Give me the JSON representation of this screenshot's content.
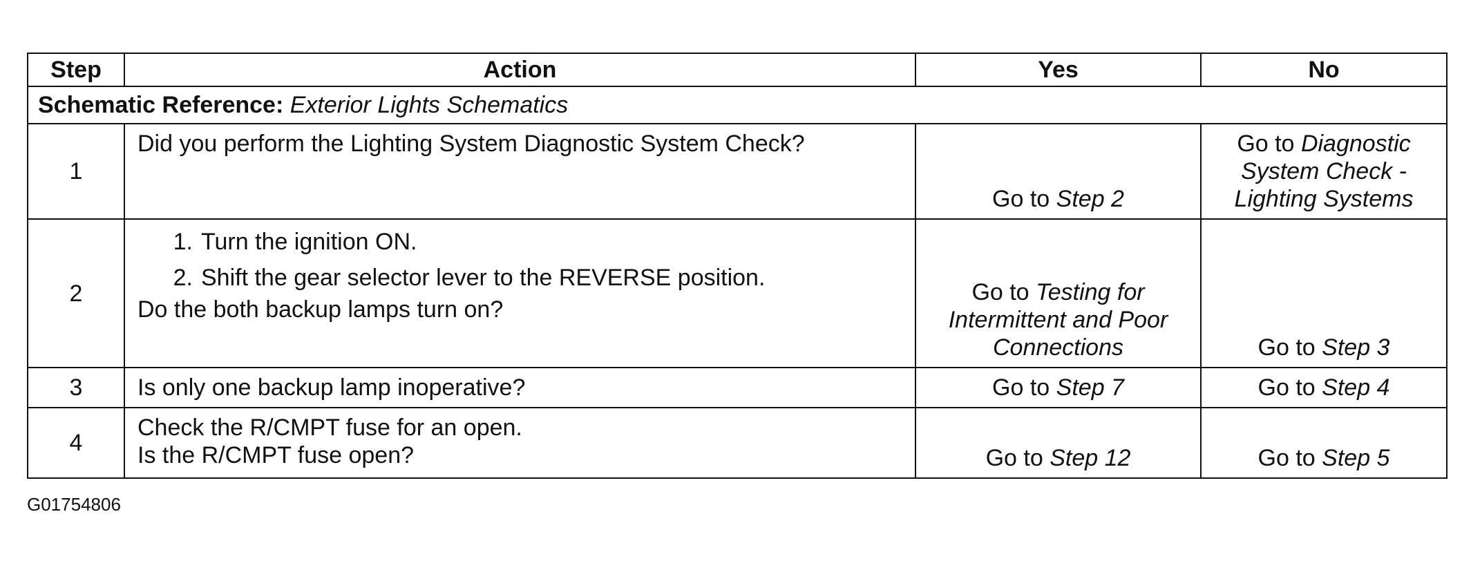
{
  "table": {
    "headers": {
      "step": "Step",
      "action": "Action",
      "yes": "Yes",
      "no": "No"
    },
    "schematic_reference": {
      "label": "Schematic Reference:",
      "value": "Exterior Lights Schematics"
    },
    "rows": [
      {
        "step": "1",
        "action": "Did you perform the Lighting System Diagnostic System Check?",
        "yes_prefix": "Go to",
        "yes_link": "Step 2",
        "no_prefix": "Go to",
        "no_link_1": "Diagnostic",
        "no_link_2": "System Check -",
        "no_link_3": "Lighting Systems"
      },
      {
        "step": "2",
        "list": [
          {
            "num": "1.",
            "text": "Turn the ignition ON."
          },
          {
            "num": "2.",
            "text": "Shift the gear selector lever to the REVERSE position."
          }
        ],
        "question": "Do the both backup lamps turn on?",
        "yes_prefix": "Go to",
        "yes_link_1": "Testing for",
        "yes_link_2": "Intermittent and Poor",
        "yes_link_3": "Connections",
        "no_prefix": "Go to",
        "no_link": "Step 3"
      },
      {
        "step": "3",
        "action": "Is only one backup lamp inoperative?",
        "yes_prefix": "Go to",
        "yes_link": "Step 7",
        "no_prefix": "Go to",
        "no_link": "Step 4"
      },
      {
        "step": "4",
        "action_line_1": "Check the R/CMPT fuse for an open.",
        "action_line_2": "Is the R/CMPT fuse open?",
        "yes_prefix": "Go to",
        "yes_link": "Step 12",
        "no_prefix": "Go to",
        "no_link": "Step 5"
      }
    ]
  },
  "figure_id": "G01754806"
}
